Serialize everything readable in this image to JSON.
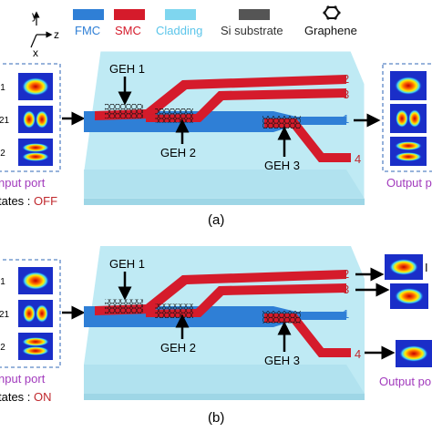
{
  "axes": {
    "y": "y",
    "z": "z",
    "x": "x"
  },
  "legend": [
    {
      "label": "FMC",
      "color": "#2f7fd6",
      "text_color": "#2f7fd6"
    },
    {
      "label": "SMC",
      "color": "#d51b2b",
      "text_color": "#d51b2b"
    },
    {
      "label": "Cladding",
      "color": "#7fd6ef",
      "text_color": "#5bc5ea"
    },
    {
      "label": "Si substrate",
      "color": "#555555",
      "text_color": "#333333"
    },
    {
      "label": "Graphene",
      "color": "#111111",
      "text_color": "#111111",
      "icon": "graphene-hexagon-icon"
    }
  ],
  "panels": [
    {
      "caption": "(a)",
      "input_port": "nput port",
      "mode_labels": [
        "l1",
        "21",
        "l2"
      ],
      "states_prefix": "tates : ",
      "state_value": "OFF",
      "output_port": "Output p",
      "geh": [
        "GEH 1",
        "GEH 2",
        "GEH 3"
      ],
      "port_numbers": [
        "1",
        "2",
        "3",
        "4"
      ]
    },
    {
      "caption": "(b)",
      "input_port": "nput port",
      "mode_labels": [
        "l1",
        "21",
        "l2"
      ],
      "states_prefix": "tates : ",
      "state_value": "ON",
      "output_port": "Output po",
      "geh": [
        "GEH 1",
        "GEH 2",
        "GEH 3"
      ],
      "port_numbers": [
        "1",
        "2",
        "3",
        "4"
      ],
      "clipped_letter": "I"
    }
  ],
  "colors": {
    "fmc": "#2f7fd6",
    "smc": "#d51b2b",
    "cladding": "#bfeaf4",
    "port_label": "#c0282d",
    "input_border": "#5b86c5",
    "output_border": "#5b86c5",
    "state_text": "#c0282d",
    "port_text": "#a23bbd"
  }
}
